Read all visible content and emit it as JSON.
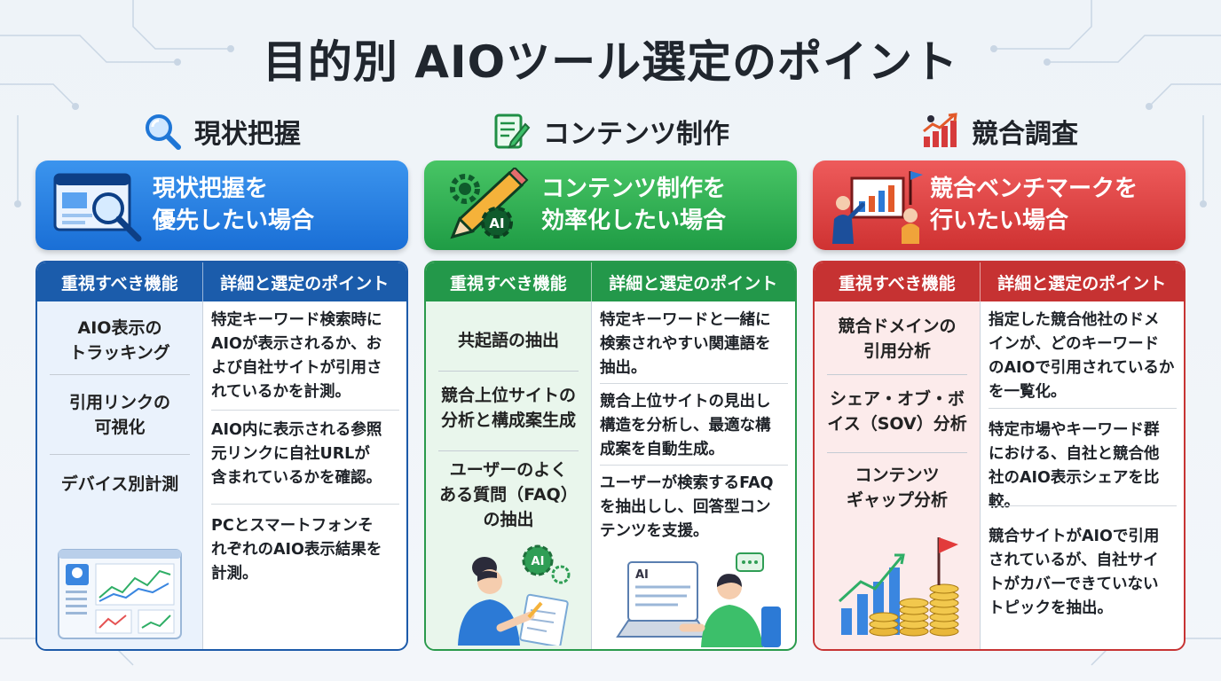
{
  "title": "目的別 AIOツール選定のポイント",
  "columns": [
    {
      "category": "現状把握",
      "category_icon": "magnifier-icon",
      "banner_lines": [
        "現状把握を",
        "優先したい場合"
      ],
      "banner_icon": "browser-search-icon",
      "header_feature": "重視すべき機能",
      "header_detail": "詳細と選定のポイント",
      "feature_lines": [
        [
          "AIO表示の",
          "トラッキング"
        ],
        [
          "引用リンクの",
          "可視化"
        ],
        [
          "デバイス別計測"
        ]
      ],
      "detail_lines": [
        [
          "特定キーワード検索時に",
          "AIOが表示されるか、お",
          "よび自社サイトが引用さ",
          "れているかを計測。"
        ],
        [
          "AIO内に表示される参照",
          "元リンクに自社URLが",
          "含まれているかを確認。"
        ],
        [
          "PCとスマートフォンそ",
          "れぞれのAIO表示結果を",
          "計測。"
        ]
      ],
      "illustration": "dashboard-chart-illustration",
      "accent": "#1b5cab"
    },
    {
      "category": "コンテンツ制作",
      "category_icon": "document-pen-icon",
      "banner_lines": [
        "コンテンツ制作を",
        "効率化したい場合"
      ],
      "banner_icon": "pencil-gear-ai-icon",
      "header_feature": "重視すべき機能",
      "header_detail": "詳細と選定のポイント",
      "feature_lines": [
        [
          "共起語の抽出"
        ],
        [
          "競合上位サイトの",
          "分析と構成案生成"
        ],
        [
          "ユーザーのよく",
          "ある質問（FAQ）",
          "の抽出"
        ]
      ],
      "detail_lines": [
        [
          "特定キーワードと一緒に",
          "検索されやすい関連語を",
          "抽出。"
        ],
        [
          "競合上位サイトの見出し",
          "構造を分析し、最適な構",
          "成案を自動生成。"
        ],
        [
          "ユーザーが検索するFAQ",
          "を抽出しし、回答型コン",
          "テンツを支援。"
        ]
      ],
      "illustration_left": "person-writing-ai-illustration",
      "illustration_right": "person-laptop-ai-illustration",
      "illustration_text": "AI",
      "accent": "#23984a"
    },
    {
      "category": "競合調査",
      "category_icon": "bar-chart-trend-icon",
      "banner_lines": [
        "競合ベンチマークを",
        "行いたい場合"
      ],
      "banner_icon": "people-presentation-icon",
      "header_feature": "重視すべき機能",
      "header_detail": "詳細と選定のポイント",
      "feature_lines": [
        [
          "競合ドメインの",
          "引用分析"
        ],
        [
          "シェア・オブ・ボ",
          "イス（SOV）分析"
        ],
        [
          "コンテンツ",
          "ギャップ分析"
        ]
      ],
      "detail_lines": [
        [
          "指定した競合他社のドメ",
          "インが、どのキーワード",
          "のAIOで引用されているか",
          "を一覧化。"
        ],
        [
          "特定市場やキーワード群",
          "における、自社と競合他",
          "社のAIO表示シェアを比較。"
        ],
        [
          "競合サイトがAIOで引用",
          "されているが、自社サイ",
          "トがカバーできていない",
          "トピックを抽出。"
        ]
      ],
      "illustration": "coins-growth-flag-illustration",
      "accent": "#c63232"
    }
  ]
}
